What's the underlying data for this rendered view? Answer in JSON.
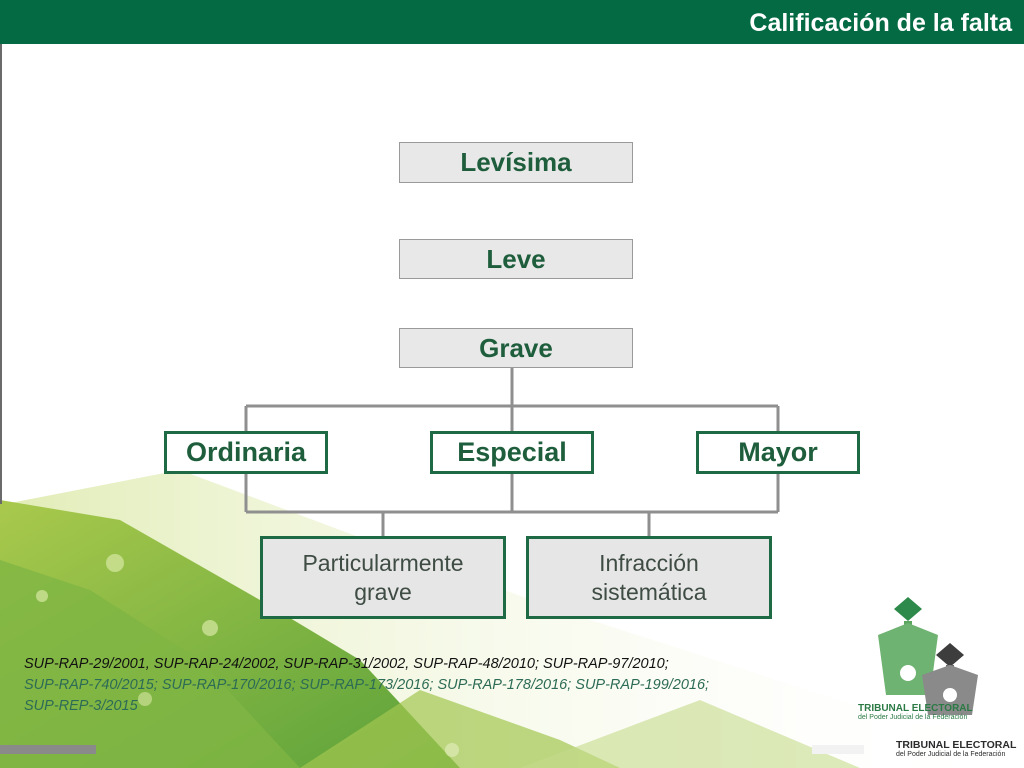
{
  "header": {
    "title": "Calificación de la falta"
  },
  "diagram": {
    "levels": {
      "levisima": "Levísima",
      "leve": "Leve",
      "grave": "Grave"
    },
    "grave_types": {
      "ordinaria": "Ordinaria",
      "especial": "Especial",
      "mayor": "Mayor"
    },
    "aggravated": {
      "particular_l1": "Particularmente",
      "particular_l2": "grave",
      "sistematica_l1": "Infracción",
      "sistematica_l2": "sistemática"
    }
  },
  "references": {
    "line1": "SUP-RAP-29/2001, SUP-RAP-24/2002, SUP-RAP-31/2002, SUP-RAP-48/2010; SUP-RAP-97/2010;",
    "line2": "SUP-RAP-740/2015; SUP-RAP-170/2016; SUP-RAP-173/2016; SUP-RAP-178/2016; SUP-RAP-199/2016;",
    "line3": "SUP-REP-3/2015"
  },
  "logo": {
    "name": "TRIBUNAL ELECTORAL",
    "subtitle": "del Poder Judicial de la Federación",
    "name_back": "TRIBUNAL ELECTORAL",
    "subtitle_back": "del Poder Judicial de la Federación"
  },
  "colors": {
    "brand_green": "#046a43",
    "box_text_green": "#1e5e3c",
    "connector_gray": "#8f8f8f"
  }
}
